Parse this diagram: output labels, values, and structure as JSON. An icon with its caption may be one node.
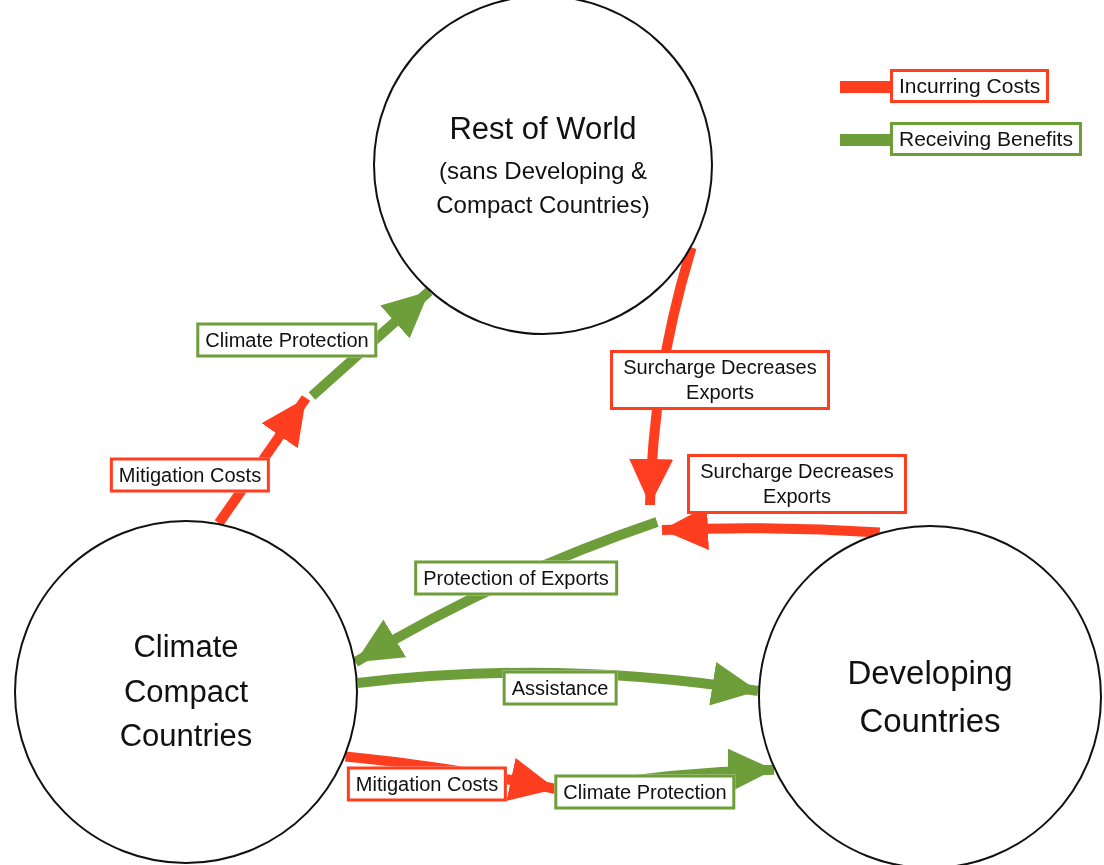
{
  "diagram": {
    "nodes": [
      {
        "text": [
          "Rest of World",
          "(sans Developing & Compact Countries)"
        ]
      },
      {
        "text": [
          "Climate Compact Countries"
        ]
      },
      {
        "text": [
          "Developing Countries"
        ]
      }
    ],
    "edges": [
      {
        "from": 1,
        "to": null,
        "arrow": "to",
        "label": "Mitigation Costs",
        "color": "#ff3d1f"
      },
      {
        "from": null,
        "to": 0,
        "arrow": "to",
        "label": "Climate Protection",
        "color": "#6e9e3a"
      },
      {
        "from": 0,
        "to": null,
        "arrow": "to",
        "label": "Surcharge Decreases Exports",
        "color": "#ff3d1f"
      },
      {
        "from": 2,
        "to": null,
        "arrow": "to",
        "label": "Surcharge Decreases Exports",
        "color": "#ff3d1f"
      },
      {
        "from": null,
        "to": 1,
        "arrow": "to",
        "label": "Protection of Exports",
        "color": "#6e9e3a"
      },
      {
        "from": 1,
        "to": 2,
        "arrow": "to",
        "label": "Assistance",
        "color": "#6e9e3a"
      },
      {
        "from": 1,
        "to": null,
        "arrow": "to",
        "label": "Mitigation Costs",
        "color": "#ff3d1f"
      },
      {
        "from": null,
        "to": 2,
        "arrow": "to",
        "label": "Climate Protection",
        "color": "#6e9e3a"
      }
    ],
    "legend": [
      {
        "text": "Incurring Costs",
        "color": "#ff3d1f"
      },
      {
        "text": "Receiving Benefits",
        "color": "#6e9e3a"
      }
    ]
  }
}
